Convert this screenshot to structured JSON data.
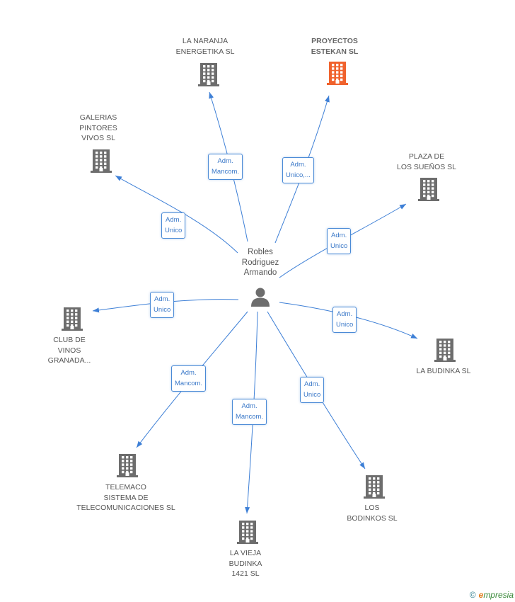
{
  "center": {
    "lines": [
      "Robles",
      "Rodriguez",
      "Armando"
    ],
    "icon": "person-icon"
  },
  "companies": [
    {
      "id": "la-naranja",
      "lines": [
        "LA NARANJA",
        "ENERGETIKA SL"
      ],
      "highlight": false
    },
    {
      "id": "proyectos-estekan",
      "lines": [
        "PROYECTOS",
        "ESTEKAN SL"
      ],
      "highlight": true
    },
    {
      "id": "galerias-pintores",
      "lines": [
        "GALERIAS",
        "PINTORES",
        "VIVOS SL"
      ],
      "highlight": false
    },
    {
      "id": "plaza-suenos",
      "lines": [
        "PLAZA DE",
        "LOS SUEÑOS  SL"
      ],
      "highlight": false
    },
    {
      "id": "club-vinos",
      "lines": [
        "CLUB DE",
        "VINOS",
        "GRANADA..."
      ],
      "highlight": false
    },
    {
      "id": "la-budinka",
      "lines": [
        "LA BUDINKA SL"
      ],
      "highlight": false
    },
    {
      "id": "telemaco",
      "lines": [
        "TELEMACO",
        "SISTEMA DE",
        "TELECOMUNICACIONES SL"
      ],
      "highlight": false
    },
    {
      "id": "la-vieja-budinka",
      "lines": [
        "LA VIEJA",
        "BUDINKA",
        "1421 SL"
      ],
      "highlight": false
    },
    {
      "id": "los-bodinkos",
      "lines": [
        "LOS",
        "BODINKOS SL"
      ],
      "highlight": false
    }
  ],
  "relations": [
    {
      "target": "la-naranja",
      "lines": [
        "Adm.",
        "Mancom."
      ]
    },
    {
      "target": "proyectos-estekan",
      "lines": [
        "Adm.",
        "Unico,..."
      ]
    },
    {
      "target": "galerias-pintores",
      "lines": [
        "Adm.",
        "Unico"
      ]
    },
    {
      "target": "plaza-suenos",
      "lines": [
        "Adm.",
        "Unico"
      ]
    },
    {
      "target": "club-vinos",
      "lines": [
        "Adm.",
        "Unico"
      ]
    },
    {
      "target": "la-budinka",
      "lines": [
        "Adm.",
        "Unico"
      ]
    },
    {
      "target": "telemaco",
      "lines": [
        "Adm.",
        "Mancom."
      ]
    },
    {
      "target": "la-vieja-budinka",
      "lines": [
        "Adm.",
        "Mancom."
      ]
    },
    {
      "target": "los-bodinkos",
      "lines": [
        "Adm.",
        "Unico"
      ]
    }
  ],
  "colors": {
    "edge": "#3d7fd6",
    "building": "#6d6d6d",
    "building_highlight": "#f0622d",
    "person": "#6d6d6d"
  },
  "footer": {
    "copyright_symbol": "©",
    "brand_initial": "e",
    "brand_rest": "mpresia"
  }
}
